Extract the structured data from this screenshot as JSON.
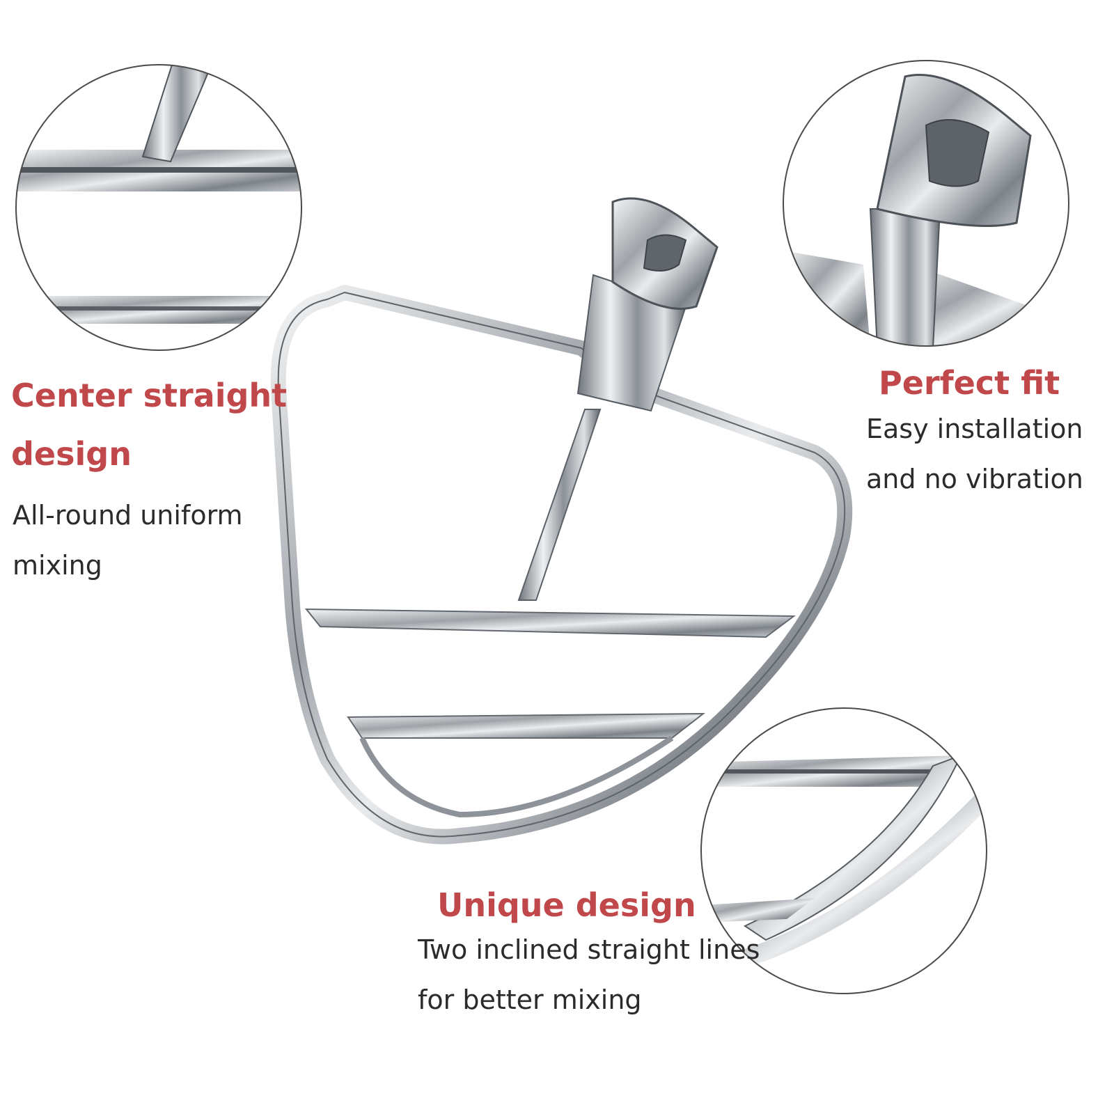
{
  "features": [
    {
      "heading": "Center straight design",
      "body": "All-round uniform mixing"
    },
    {
      "heading": "Perfect fit",
      "body": "Easy installation and no vibration"
    },
    {
      "heading": "Unique design",
      "body": "Two inclined straight lines for better mixing"
    }
  ],
  "colors": {
    "heading": "#c0474a",
    "body": "#2b2b2b",
    "steel": "#9aa0a6"
  }
}
